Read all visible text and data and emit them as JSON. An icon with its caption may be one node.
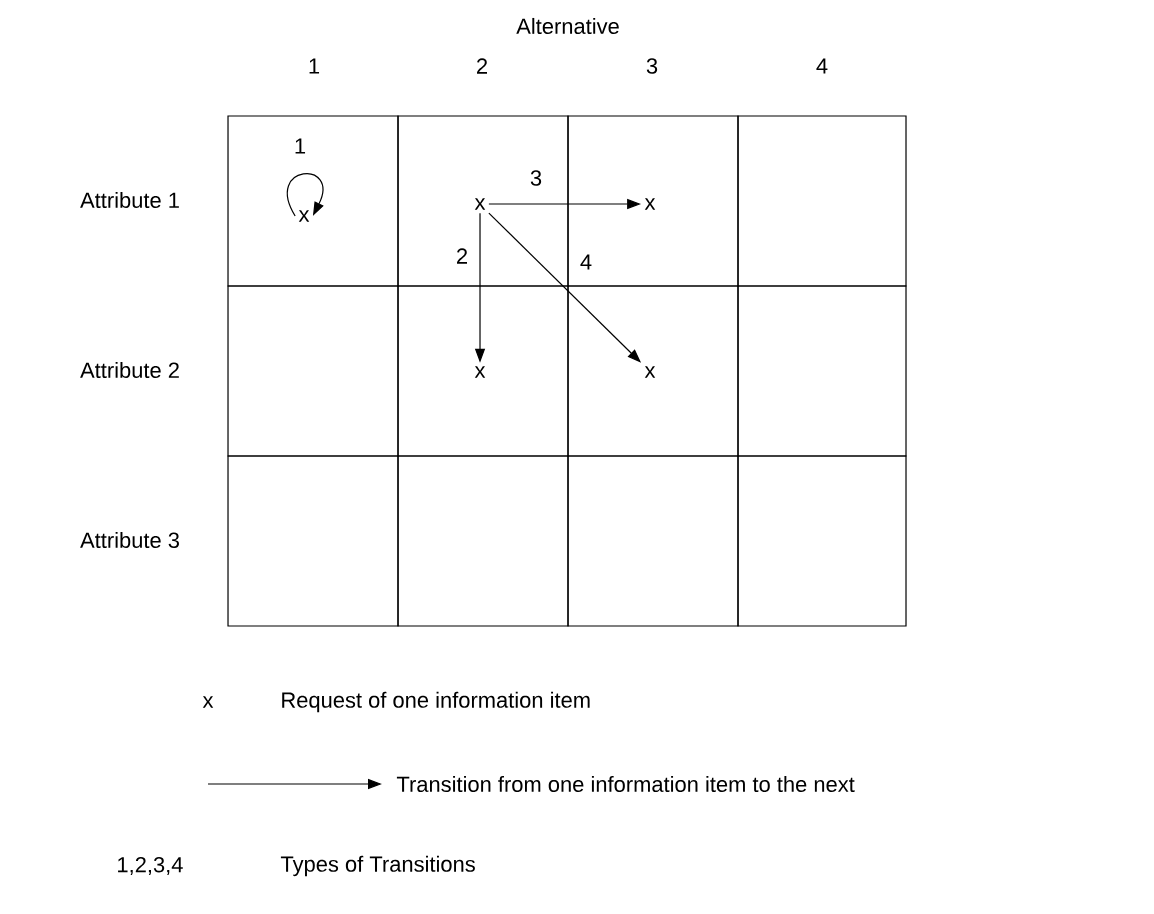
{
  "diagram": {
    "nodes": [
      {
        "text": [
          "x"
        ]
      },
      {
        "text": [
          "x"
        ]
      },
      {
        "text": [
          "x"
        ]
      },
      {
        "text": [
          "x"
        ]
      },
      {
        "text": [
          "x"
        ]
      }
    ],
    "edges": [
      {
        "from": 0,
        "to": 0,
        "arrow": "to",
        "label": "1"
      },
      {
        "from": 1,
        "to": 3,
        "arrow": "to",
        "label": "2"
      },
      {
        "from": 1,
        "to": 2,
        "arrow": "to",
        "label": "3"
      },
      {
        "from": 1,
        "to": 4,
        "arrow": "to",
        "label": "4"
      }
    ],
    "labels": [
      "Alternative",
      "1",
      "2",
      "3",
      "4",
      "Attribute 1",
      "Attribute 2",
      "Attribute 3",
      "x",
      "1,2,3,4"
    ],
    "legend": [
      {
        "text": "Request of one information item"
      },
      {
        "text": "Transition from one information item to the next"
      },
      {
        "text": "Types of Transitions"
      }
    ]
  }
}
